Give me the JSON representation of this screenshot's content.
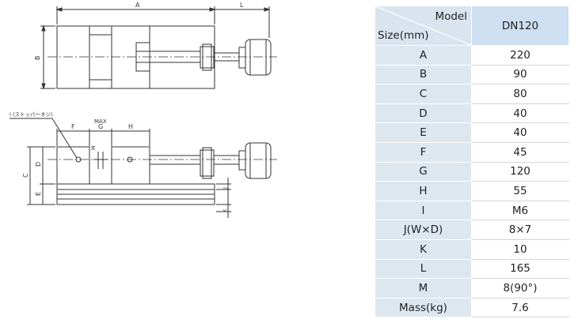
{
  "drawing": {
    "labels": {
      "A": "A",
      "L": "L",
      "B": "B",
      "C": "C",
      "D": "D",
      "E": "E",
      "F": "F",
      "G": "G",
      "H": "H",
      "J": "J",
      "K": "K",
      "M": "M",
      "max": "MAX",
      "stopper_screw": "I (ストッパーネジ)"
    }
  },
  "table": {
    "corner_model": "Model",
    "corner_size": "Size(mm)",
    "model": "DN120",
    "rows": [
      {
        "label": "A",
        "value": "220"
      },
      {
        "label": "B",
        "value": "90"
      },
      {
        "label": "C",
        "value": "80"
      },
      {
        "label": "D",
        "value": "40"
      },
      {
        "label": "E",
        "value": "40"
      },
      {
        "label": "F",
        "value": "45"
      },
      {
        "label": "G",
        "value": "120"
      },
      {
        "label": "H",
        "value": "55"
      },
      {
        "label": "I",
        "value": "M6"
      },
      {
        "label": "J(W×D)",
        "value": "8×7"
      },
      {
        "label": "K",
        "value": "10"
      },
      {
        "label": "L",
        "value": "165"
      },
      {
        "label": "M",
        "value": "8(90°)"
      },
      {
        "label": "Mass(kg)",
        "value": "7.6"
      }
    ]
  }
}
